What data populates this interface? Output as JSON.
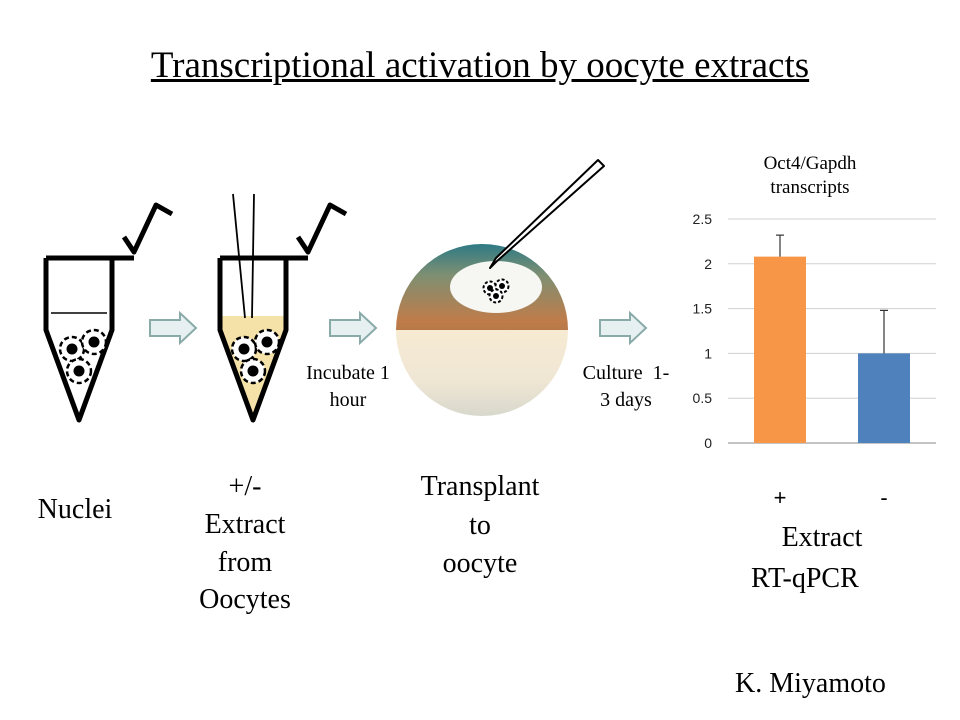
{
  "title": "Transcriptional activation by oocyte extracts",
  "steps": {
    "nuclei": "Nuclei",
    "extract_lines": [
      "+/-",
      "Extract",
      "from",
      "Oocytes"
    ],
    "incubate_lines": [
      "Incubate 1",
      "hour"
    ],
    "transplant_lines": [
      "Transplant",
      "to",
      "oocyte"
    ],
    "culture_lines": [
      "Culture  1-",
      "3 days"
    ],
    "result_lines": [
      "Extract",
      "RT-qPCR"
    ]
  },
  "author": "K. Miyamoto",
  "colors": {
    "extract_fill": "#f5e2a8",
    "arrow_fill": "#e6f0f0",
    "arrow_stroke": "#8aaaaa",
    "bar_plus": "#f79646",
    "bar_minus": "#4f81bd",
    "oocyte_top": "#b57a4a",
    "oocyte_bottom": "#f2e8d2"
  },
  "chart_data": {
    "type": "bar",
    "title": "Oct4/Gapdh transcripts",
    "title_lines": [
      "Oct4/Gapdh",
      "transcripts"
    ],
    "xlabel": "Extract",
    "categories": [
      "+",
      "-"
    ],
    "values": [
      2.08,
      1.0
    ],
    "error": [
      0.24,
      0.48
    ],
    "colors": [
      "#f79646",
      "#4f81bd"
    ],
    "ylim": [
      0,
      2.5
    ],
    "yticks": [
      "0",
      "0.5",
      "1",
      "1.5",
      "2",
      "2.5"
    ],
    "grid": true
  }
}
